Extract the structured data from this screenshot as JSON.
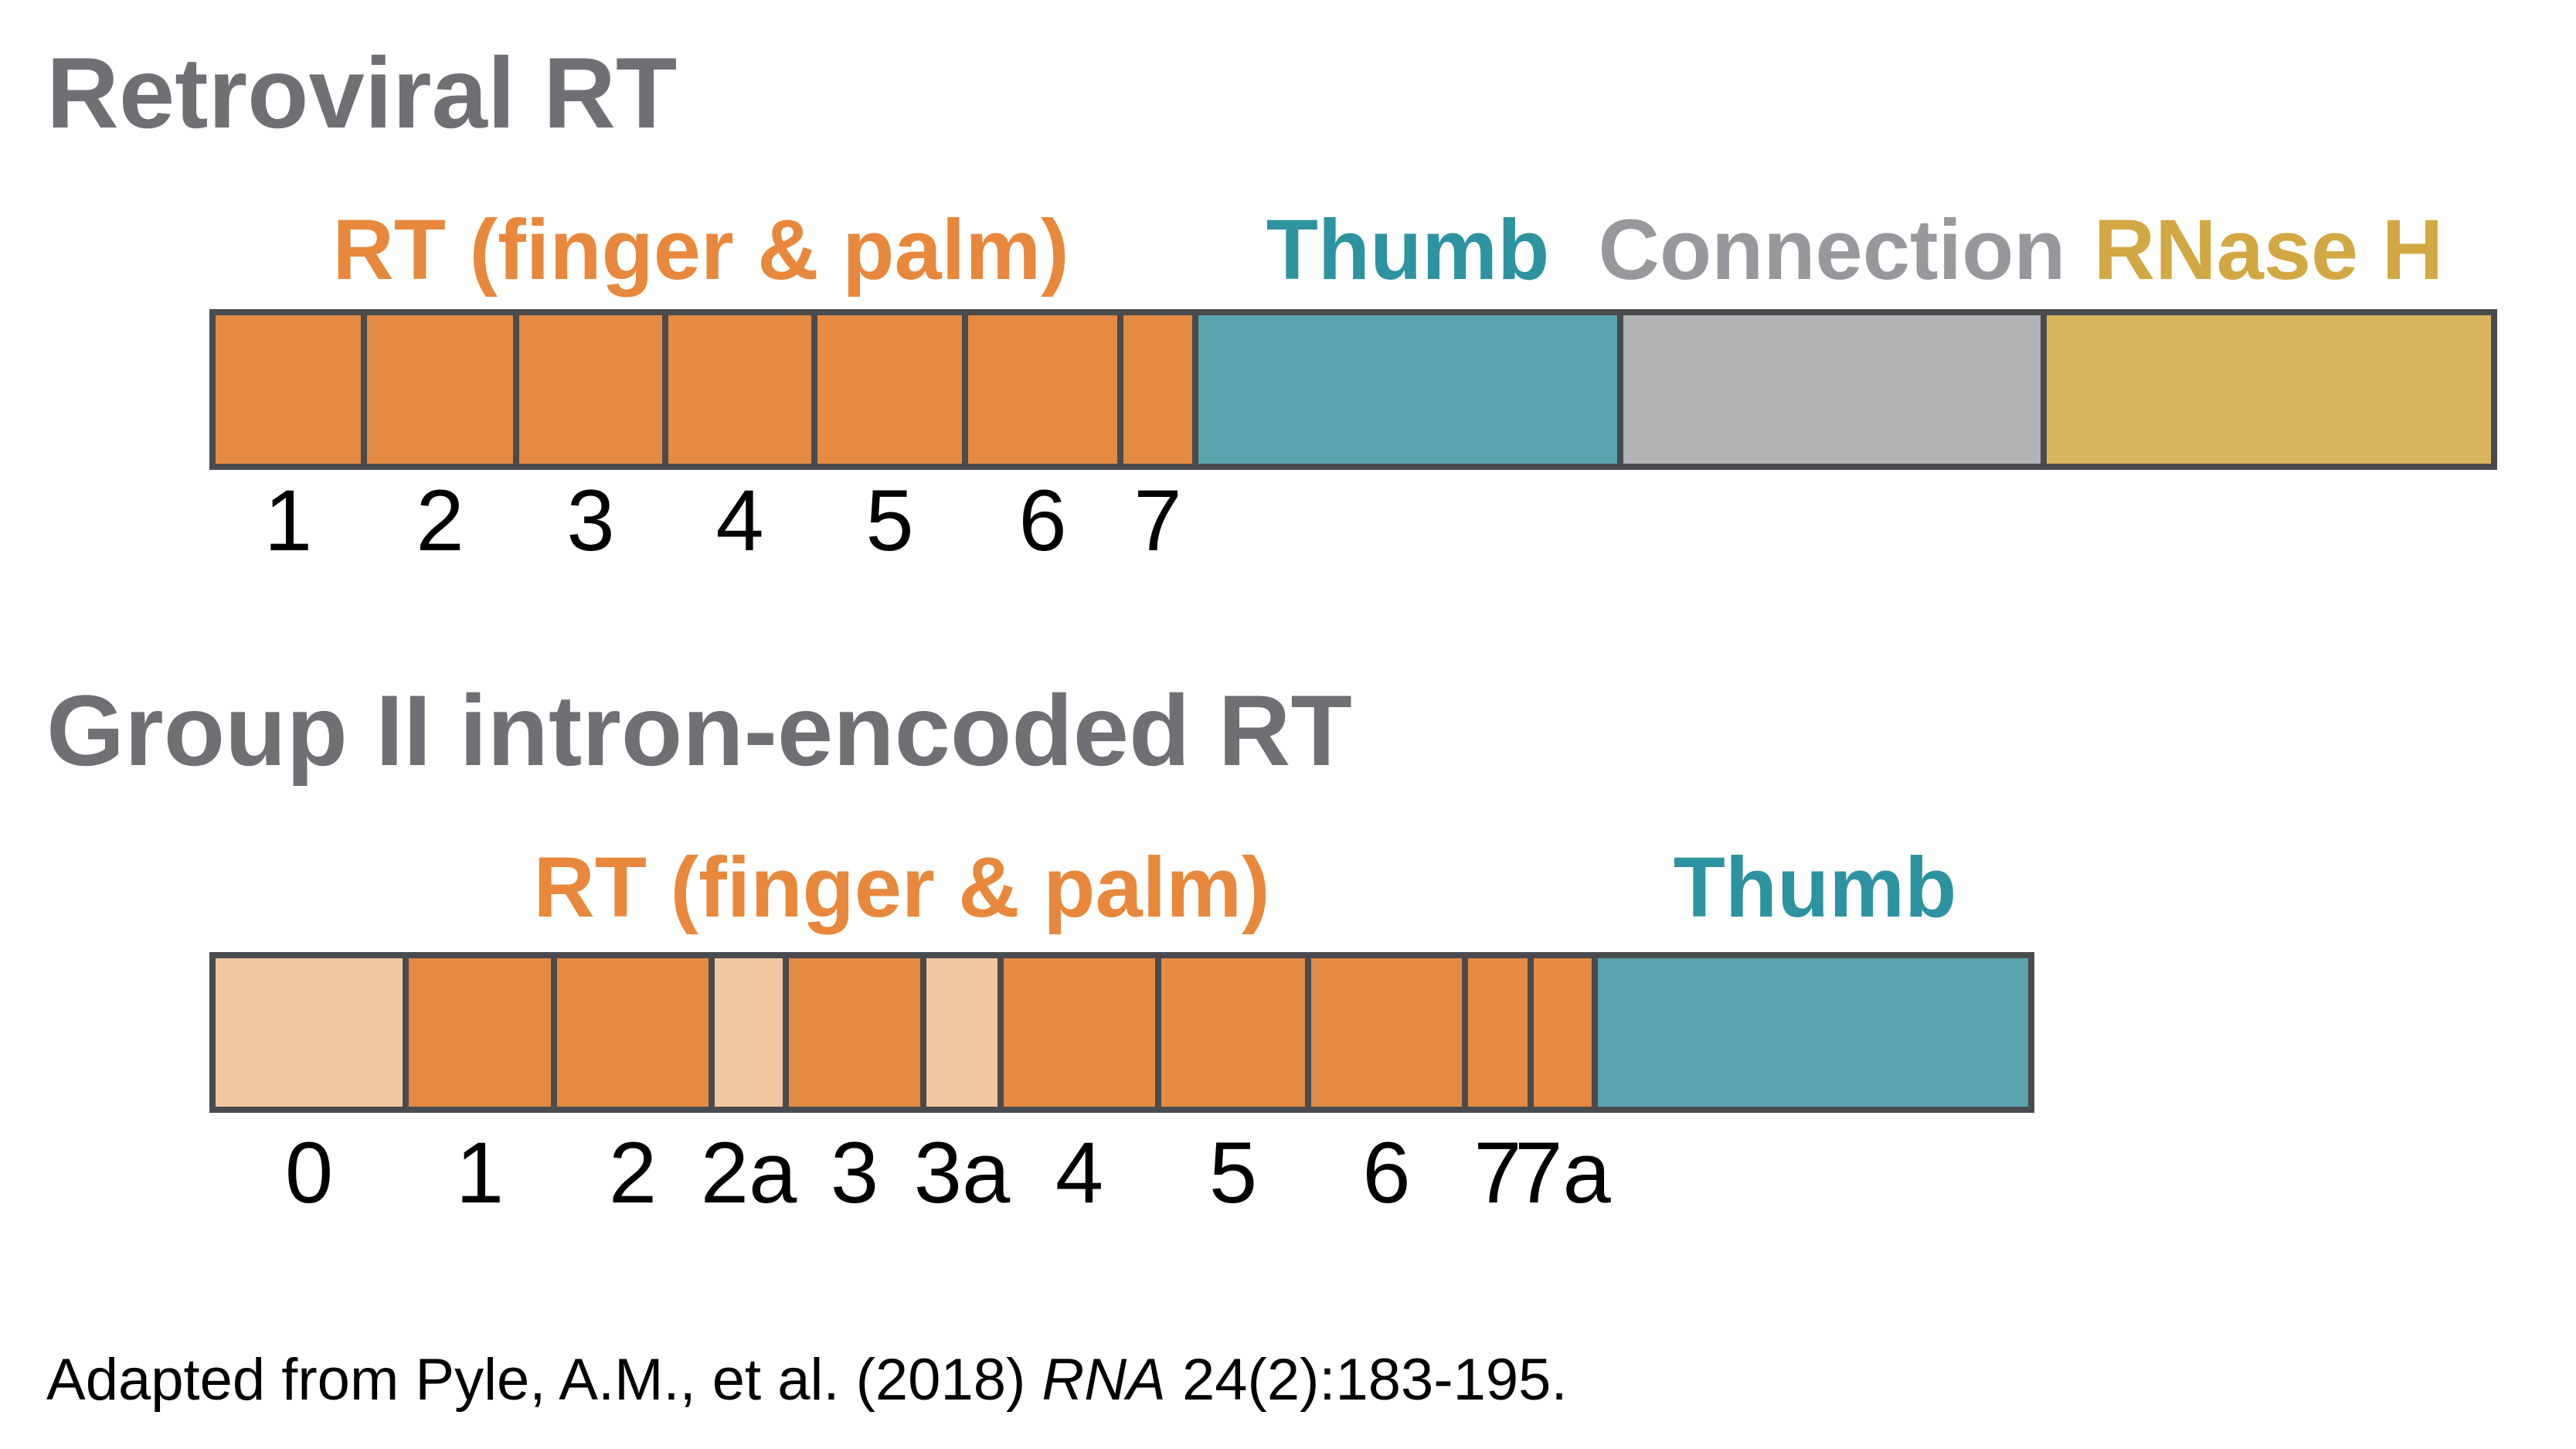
{
  "colors": {
    "title_gray": "#6F7073",
    "border_dark": "#4A4B4E",
    "orange": "#E58A42",
    "orange_label": "#E8883C",
    "pale_orange": "#F2C79F",
    "teal": "#5AA4AE",
    "teal_label": "#2E93A0",
    "gray": "#B2B3B5",
    "gray_label": "#97989B",
    "gold": "#D9B55E",
    "gold_label": "#D2A843",
    "number_black": "#000000"
  },
  "section1": {
    "title": "Retroviral RT",
    "domain_labels": [
      {
        "text": "RT (finger & palm)",
        "color_key": "orange_label"
      },
      {
        "text": "Thumb",
        "color_key": "teal_label"
      },
      {
        "text": "Connection",
        "color_key": "gray_label"
      },
      {
        "text": "RNase H",
        "color_key": "gold_label"
      }
    ],
    "segments": [
      {
        "label": "1",
        "fill": "orange",
        "weight": 188
      },
      {
        "label": "2",
        "fill": "orange",
        "weight": 189
      },
      {
        "label": "3",
        "fill": "orange",
        "weight": 185
      },
      {
        "label": "4",
        "fill": "orange",
        "weight": 185
      },
      {
        "label": "5",
        "fill": "orange",
        "weight": 187
      },
      {
        "label": "6",
        "fill": "orange",
        "weight": 193
      },
      {
        "label": "7",
        "fill": "orange",
        "weight": 89
      },
      {
        "label": "",
        "fill": "teal",
        "weight": 542
      },
      {
        "label": "",
        "fill": "gray",
        "weight": 540
      },
      {
        "label": "",
        "fill": "gold",
        "weight": 575
      }
    ]
  },
  "section2": {
    "title": "Group II intron-encoded RT",
    "domain_labels": [
      {
        "text": "RT (finger & palm)",
        "color_key": "orange_label"
      },
      {
        "text": "Thumb",
        "color_key": "teal_label"
      }
    ],
    "segments": [
      {
        "label": "0",
        "fill": "pale_orange",
        "weight": 242
      },
      {
        "label": "1",
        "fill": "orange",
        "weight": 184
      },
      {
        "label": "2",
        "fill": "orange",
        "weight": 196
      },
      {
        "label": "2a",
        "fill": "pale_orange",
        "weight": 88
      },
      {
        "label": "3",
        "fill": "orange",
        "weight": 170
      },
      {
        "label": "3a",
        "fill": "pale_orange",
        "weight": 92
      },
      {
        "label": "4",
        "fill": "orange",
        "weight": 196
      },
      {
        "label": "5",
        "fill": "orange",
        "weight": 186
      },
      {
        "label": "6",
        "fill": "orange",
        "weight": 195
      },
      {
        "label": "7",
        "fill": "orange",
        "weight": 77
      },
      {
        "label": "7a",
        "fill": "orange",
        "weight": 75
      },
      {
        "label": "",
        "fill": "teal",
        "weight": 557
      }
    ]
  },
  "caption": {
    "prefix": "Adapted from Pyle, A.M., et al. (2018) ",
    "journal_italic": "RNA",
    "suffix": " 24(2):183-195."
  }
}
